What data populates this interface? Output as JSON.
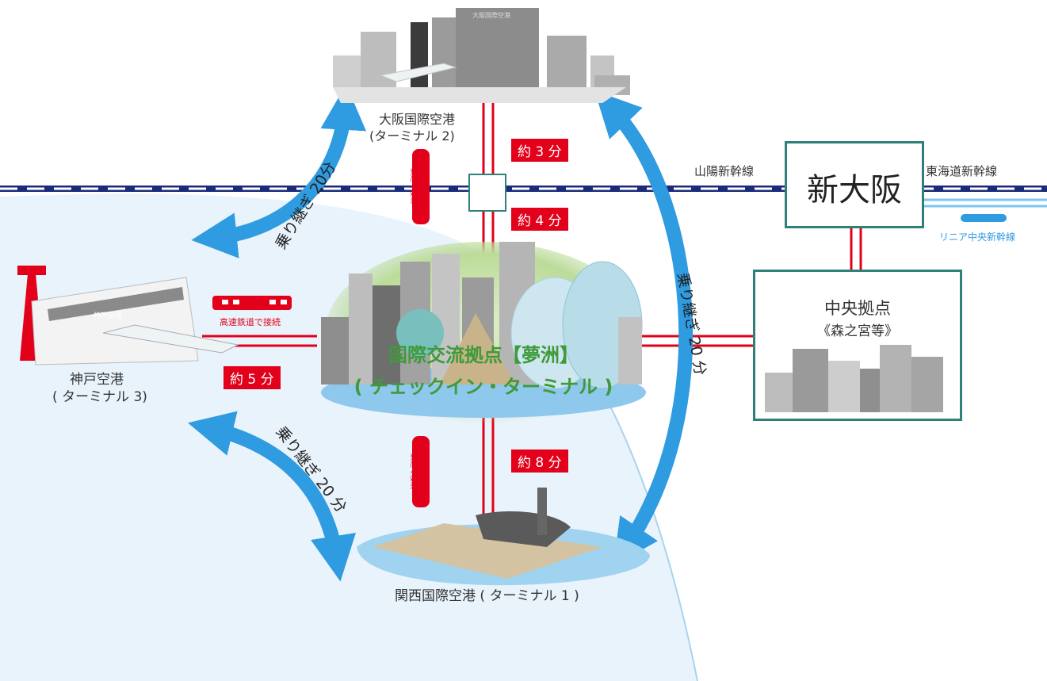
{
  "airports": {
    "osaka": {
      "name": "大阪国際空港",
      "terminal": "(ターミナル 2)",
      "building_sign": "大阪国際空港"
    },
    "kobe": {
      "name": "神戸空港",
      "terminal": "( ターミナル 3)",
      "building_sign": "神戸空港"
    },
    "kansai": {
      "name": "関西国際空港 ( ターミナル 1 )"
    }
  },
  "hub": {
    "line1": "国際交流拠点【夢洲】",
    "line2": "( チェックイン・ターミナル )"
  },
  "stations": {
    "shin_osaka": "新大阪",
    "sanyo_line": "山陽新幹線",
    "tokaido_line": "東海道新幹線",
    "linear_line": "リニア中央新幹線",
    "central_hub": "中央拠点",
    "central_hub_sub": "《森之宮等》"
  },
  "times": {
    "osaka_to_crossing": "約 3 分",
    "crossing_to_hub": "約 4 分",
    "kobe_to_hub": "約 5 分",
    "hub_to_kansai": "約 8 分"
  },
  "rail_notes": {
    "kobe_rail": "高速鉄道で接続",
    "north_rail": "鉄道で接続",
    "south_rail": "鉄道で接続"
  },
  "transfers": {
    "osaka_kobe": "乗り継ぎ 20分",
    "osaka_kansai": "乗り継ぎ 20 分",
    "kobe_kansai": "乗り継ぎ 20 分"
  },
  "colors": {
    "rail_red": "#e2001a",
    "arrow_blue": "#2f9be0",
    "sea": "#e9f3fb",
    "shinkansen_blue": "#1b2a7a",
    "hub_green": "#3f9a3a",
    "box_teal": "#2f7f7a"
  }
}
